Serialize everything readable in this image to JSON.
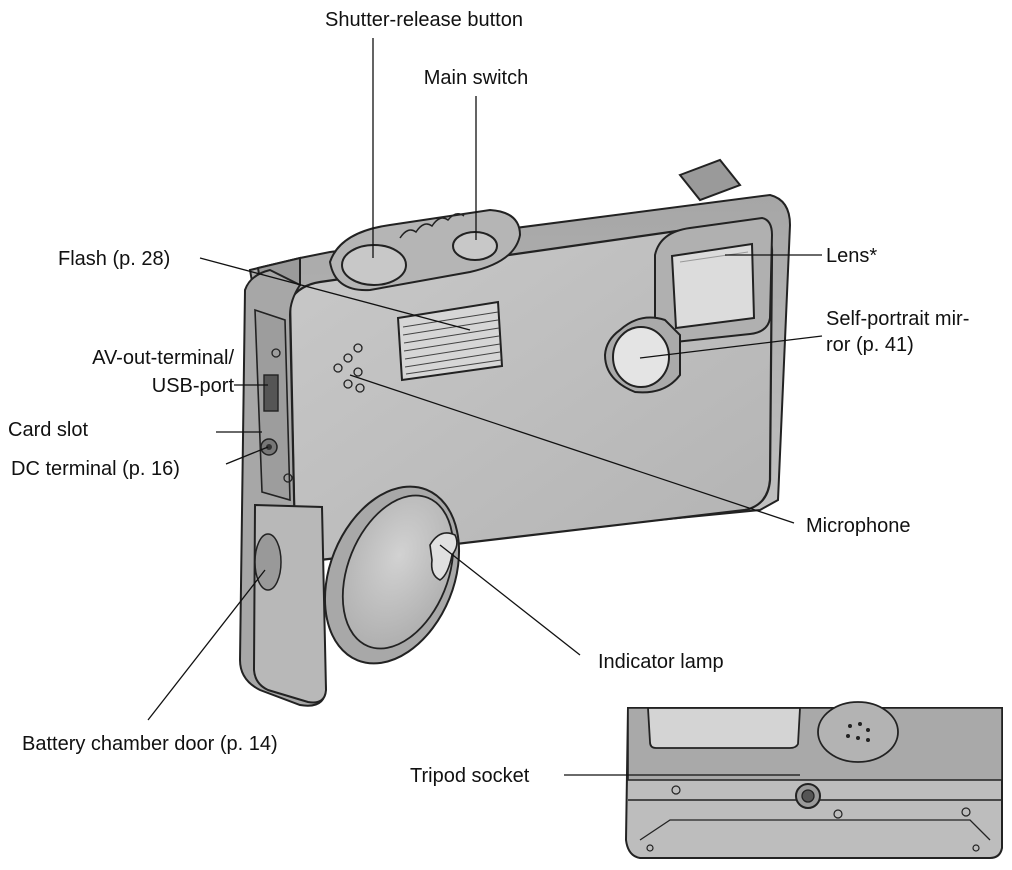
{
  "labels": {
    "shutter": "Shutter-release button",
    "main_switch": "Main switch",
    "flash": "Flash (p. 28)",
    "lens": "Lens*",
    "mirror_line1": "Self-portrait mir-",
    "mirror_line2": "ror (p. 41)",
    "av_line1": "AV-out-terminal/",
    "av_line2": "USB-port",
    "card_slot": "Card slot",
    "dc_terminal": "DC terminal (p. 16)",
    "microphone": "Microphone",
    "indicator": "Indicator lamp",
    "battery_door": "Battery chamber door (p. 14)",
    "tripod": "Tripod socket"
  },
  "colors": {
    "body": "#bdbdbd",
    "body_dark": "#8f8f8f",
    "body_light": "#d6d6d6",
    "outline": "#222222"
  }
}
